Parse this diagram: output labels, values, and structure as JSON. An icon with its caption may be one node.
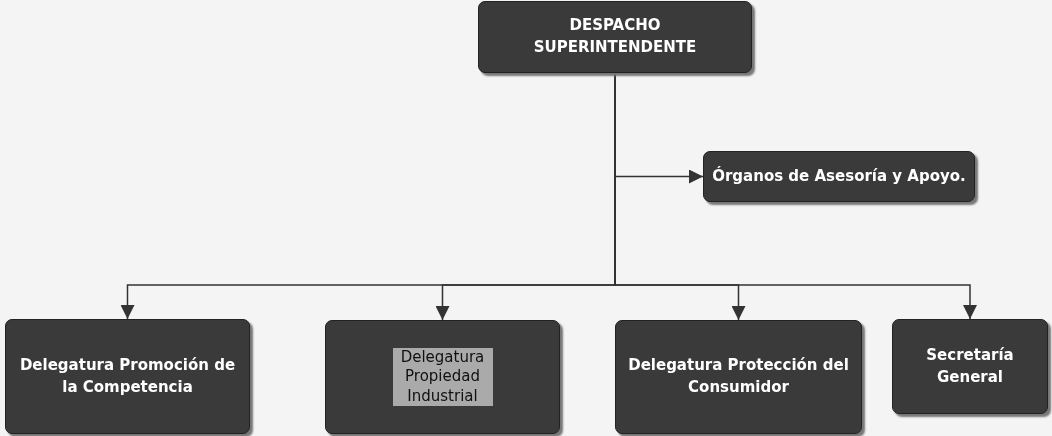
{
  "diagram": {
    "nodes": [
      {
        "text": [
          "DESPACHO SUPERINTENDENTE"
        ]
      },
      {
        "text": [
          "Órganos de Asesoría y Apoyo."
        ]
      },
      {
        "text": [
          "Delegatura Promoción de la Competencia"
        ]
      },
      {
        "text": [
          "Delegatura Propiedad Industrial"
        ]
      },
      {
        "text": [
          "Delegatura Protección del Consumidor"
        ]
      },
      {
        "text": [
          "Secretaría General"
        ]
      }
    ],
    "edges": [
      {
        "from": 0,
        "to": 1,
        "arrow": "to"
      },
      {
        "from": 0,
        "to": 2,
        "arrow": "to"
      },
      {
        "from": 0,
        "to": 3,
        "arrow": "to"
      },
      {
        "from": 0,
        "to": 4,
        "arrow": "to"
      },
      {
        "from": 0,
        "to": 5,
        "arrow": "to"
      }
    ]
  }
}
